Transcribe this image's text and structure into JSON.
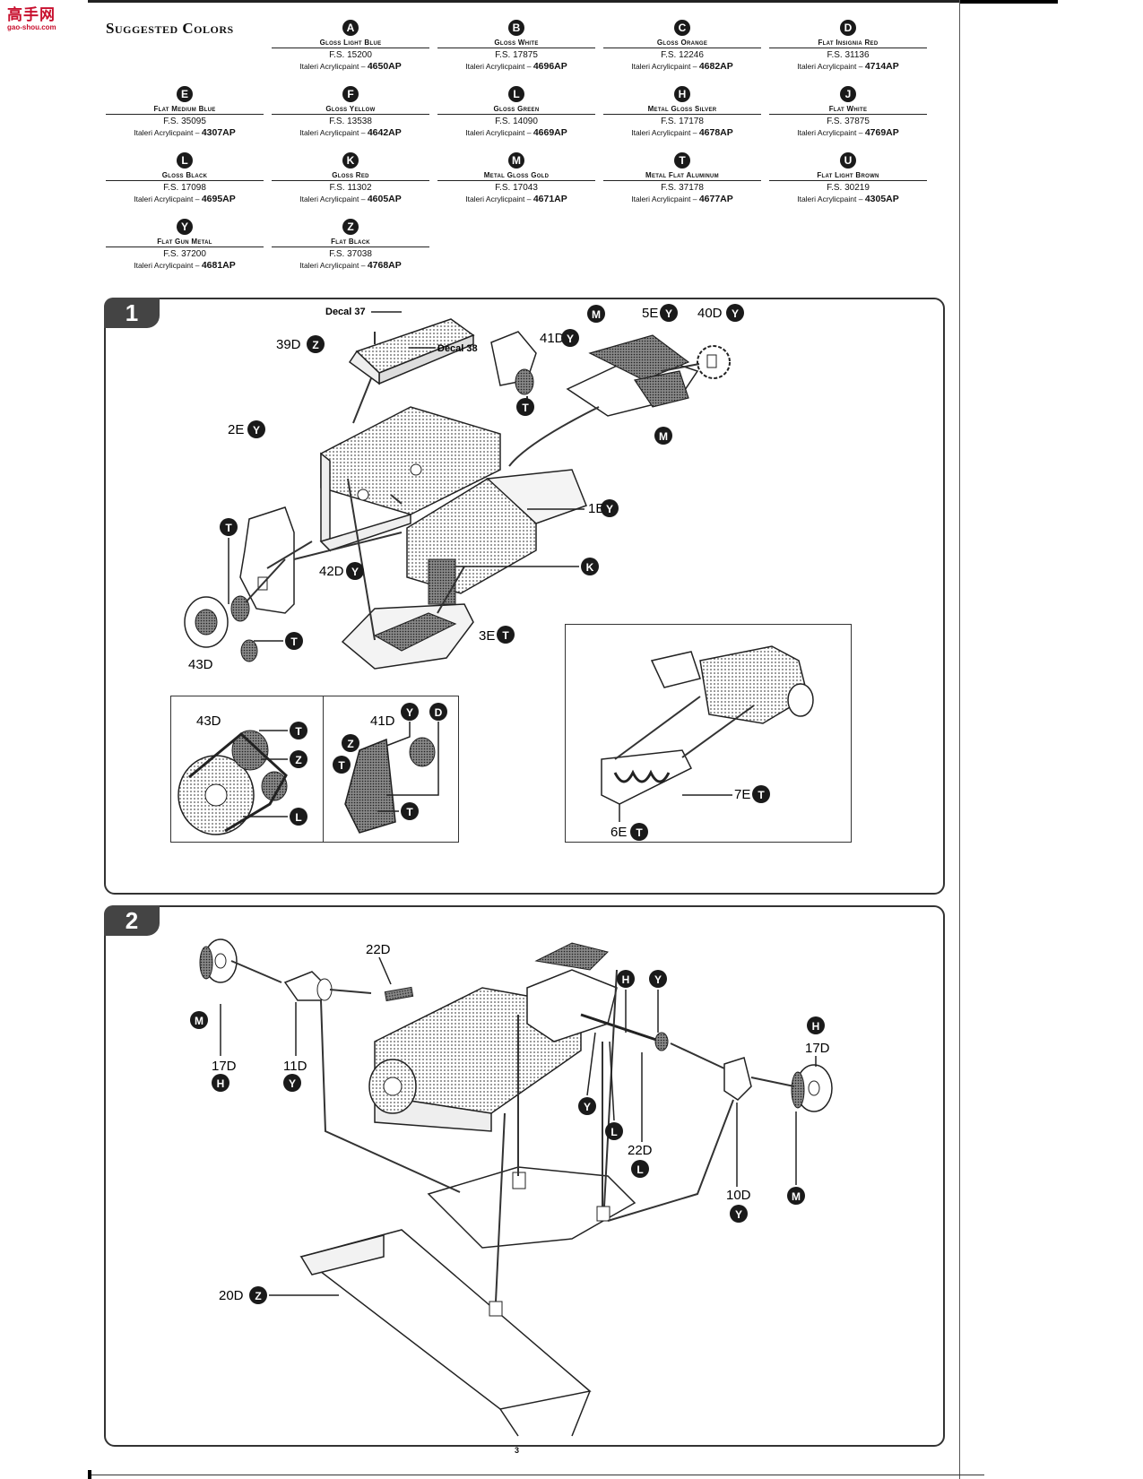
{
  "logo": {
    "main": "高手网",
    "sub": "gao-shou.com"
  },
  "section_title": "Suggested Colors",
  "colors": [
    {
      "letter": "A",
      "name": "Gloss Light Blue",
      "fs": "F.S. 15200",
      "italeri_label": "Italeri Acrylicpaint –",
      "code": "4650AP"
    },
    {
      "letter": "B",
      "name": "Gloss White",
      "fs": "F.S. 17875",
      "italeri_label": "Italeri Acrylicpaint –",
      "code": "4696AP"
    },
    {
      "letter": "C",
      "name": "Gloss Orange",
      "fs": "F.S. 12246",
      "italeri_label": "Italeri Acrylicpaint –",
      "code": "4682AP"
    },
    {
      "letter": "D",
      "name": "Flat Insignia Red",
      "fs": "F.S. 31136",
      "italeri_label": "Italeri Acrylicpaint –",
      "code": "4714AP"
    },
    {
      "letter": "E",
      "name": "Flat Medium Blue",
      "fs": "F.S. 35095",
      "italeri_label": "Italeri Acrylicpaint –",
      "code": "4307AP"
    },
    {
      "letter": "F",
      "name": "Gloss Yellow",
      "fs": "F.S. 13538",
      "italeri_label": "Italeri Acrylicpaint –",
      "code": "4642AP"
    },
    {
      "letter": "L",
      "name": "Gloss Green",
      "fs": "F.S. 14090",
      "italeri_label": "Italeri Acrylicpaint –",
      "code": "4669AP"
    },
    {
      "letter": "H",
      "name": "Metal Gloss Silver",
      "fs": "F.S. 17178",
      "italeri_label": "Italeri Acrylicpaint –",
      "code": "4678AP"
    },
    {
      "letter": "J",
      "name": "Flat White",
      "fs": "F.S. 37875",
      "italeri_label": "Italeri Acrylicpaint –",
      "code": "4769AP"
    },
    {
      "letter": "L",
      "name": "Gloss Black",
      "fs": "F.S. 17098",
      "italeri_label": "Italeri Acrylicpaint –",
      "code": "4695AP"
    },
    {
      "letter": "K",
      "name": "Gloss Red",
      "fs": "F.S. 11302",
      "italeri_label": "Italeri Acrylicpaint –",
      "code": "4605AP"
    },
    {
      "letter": "M",
      "name": "Metal Gloss Gold",
      "fs": "F.S. 17043",
      "italeri_label": "Italeri Acrylicpaint –",
      "code": "4671AP"
    },
    {
      "letter": "T",
      "name": "Metal Flat Aluminum",
      "fs": "F.S. 37178",
      "italeri_label": "Italeri Acrylicpaint –",
      "code": "4677AP"
    },
    {
      "letter": "U",
      "name": "Flat Light Brown",
      "fs": "F.S. 30219",
      "italeri_label": "Italeri Acrylicpaint –",
      "code": "4305AP"
    },
    {
      "letter": "Y",
      "name": "Flat Gun Metal",
      "fs": "F.S. 37200",
      "italeri_label": "Italeri Acrylicpaint –",
      "code": "4681AP"
    },
    {
      "letter": "Z",
      "name": "Flat Black",
      "fs": "F.S. 37038",
      "italeri_label": "Italeri Acrylicpaint –",
      "code": "4768AP"
    }
  ],
  "step1": {
    "number": "1",
    "decal37": "Decal 37",
    "decal38": "Decal 38",
    "p39": "39D",
    "p39c": "Z",
    "p41": "41D",
    "p41c": "Y",
    "p41t": "T",
    "pM1": "M",
    "p5": "5E",
    "p5c": "Y",
    "p40": "40D",
    "p40c": "Y",
    "pM2": "M",
    "p2": "2E",
    "p2c": "Y",
    "p1": "1E",
    "p1c": "Y",
    "pK": "K",
    "pT1": "T",
    "p42": "42D",
    "p42c": "Y",
    "pT2": "T",
    "p43": "43D",
    "p3": "3E",
    "p3c": "T",
    "inset_a": {
      "part": "43D",
      "c1": "T",
      "c2": "Z",
      "c3": "L"
    },
    "inset_b": {
      "part": "41D",
      "c1": "Y",
      "c2": "D",
      "c3": "Z",
      "c4": "T",
      "c5": "T"
    },
    "inset_c": {
      "p7": "7E",
      "p7c": "T",
      "p6": "6E",
      "p6c": "T"
    }
  },
  "step2": {
    "number": "2",
    "m_left": "M",
    "p17l": "17D",
    "p17lc": "H",
    "p11": "11D",
    "p11c": "Y",
    "p22t": "22D",
    "pH": "H",
    "pY": "Y",
    "pY2": "Y",
    "pL": "L",
    "p22b": "22D",
    "p22bc": "L",
    "p10": "10D",
    "p10c": "Y",
    "pH2": "H",
    "p17r": "17D",
    "m_right": "M",
    "p20": "20D",
    "p20c": "Z"
  },
  "page_number": "3"
}
